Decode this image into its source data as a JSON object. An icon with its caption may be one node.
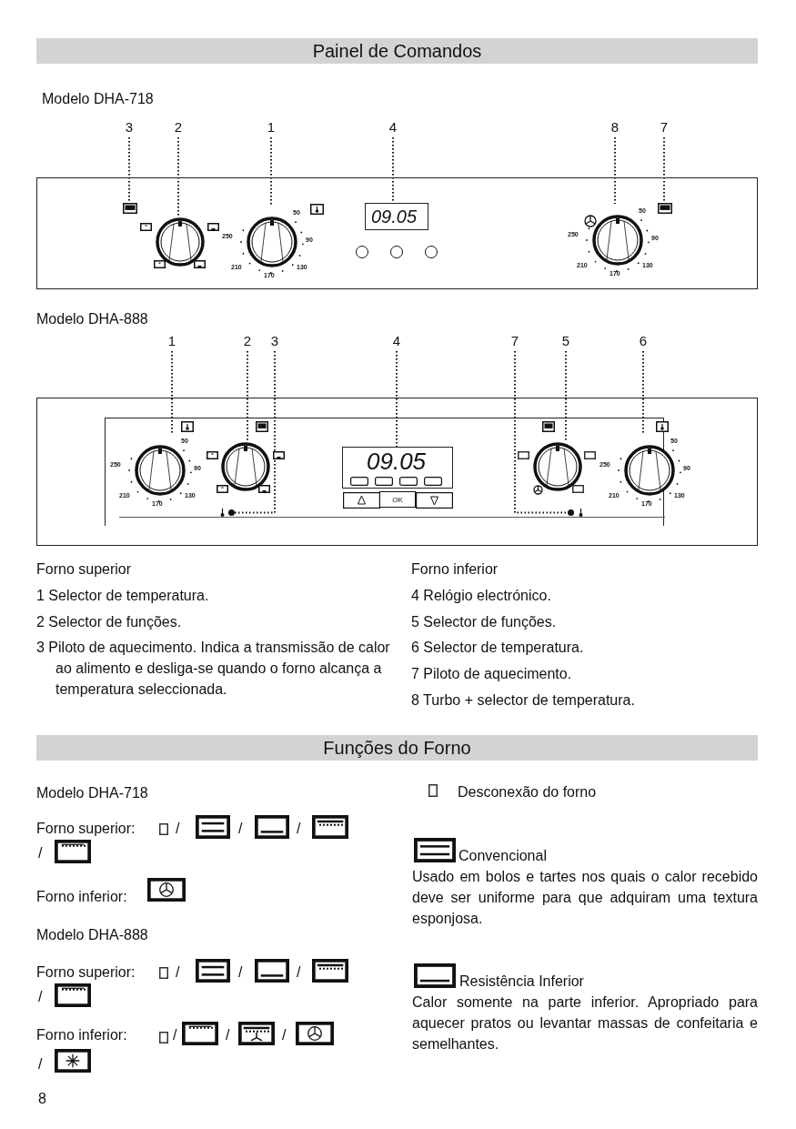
{
  "diagram": {
    "nodes": [
      {
        "text": [
          "3"
        ]
      },
      {
        "text": [
          "2"
        ]
      },
      {
        "text": [
          "1"
        ]
      },
      {
        "text": [
          "4"
        ]
      },
      {
        "text": [
          "8"
        ]
      },
      {
        "text": [
          "7"
        ]
      },
      {
        "text": [],
        "shape": "box"
      },
      {
        "text": [],
        "shape": "box",
        "in": 6
      },
      {
        "text": [],
        "shape": "circle",
        "in": 6
      },
      {
        "text": [
          "50",
          "90",
          "130",
          "170",
          "210",
          "250"
        ],
        "in": 6
      },
      {
        "text": [
          "09.05"
        ],
        "in": 6
      },
      {
        "text": [
          "50",
          "90",
          "130",
          "170",
          "210",
          "250"
        ],
        "in": 6
      },
      {
        "text": [],
        "shape": "box",
        "in": 6
      },
      {
        "text": [
          "1"
        ]
      },
      {
        "text": [
          "2"
        ]
      },
      {
        "text": [
          "3"
        ]
      },
      {
        "text": [
          "4"
        ]
      },
      {
        "text": [
          "7"
        ]
      },
      {
        "text": [
          "5"
        ]
      },
      {
        "text": [
          "6"
        ]
      },
      {
        "text": [],
        "shape": "box"
      },
      {
        "text": [
          "50",
          "90",
          "130",
          "170",
          "210",
          "250"
        ],
        "in": 20
      },
      {
        "text": [],
        "shape": "circle",
        "in": 20
      },
      {
        "text": [],
        "shape": "circle",
        "in": 20
      },
      {
        "text": [
          "09.05"
        ],
        "in": 20
      },
      {
        "text": [],
        "shape": "circle",
        "in": 20
      },
      {
        "text": [],
        "shape": "circle",
        "in": 20
      },
      {
        "text": [
          "50",
          "90",
          "130",
          "170",
          "210",
          "250"
        ],
        "in": 20
      }
    ],
    "edges": [
      {
        "from": 0,
        "to": 7,
        "arrow": "none"
      },
      {
        "from": 1,
        "to": 8,
        "arrow": "none"
      },
      {
        "from": 2,
        "to": 9,
        "arrow": "none"
      },
      {
        "from": 3,
        "to": 10,
        "arrow": "none"
      },
      {
        "from": 4,
        "to": 11,
        "arrow": "none"
      },
      {
        "from": 5,
        "to": 12,
        "arrow": "none"
      },
      {
        "from": 13,
        "to": 21,
        "arrow": "none"
      },
      {
        "from": 14,
        "to": 22,
        "arrow": "none"
      },
      {
        "from": 15,
        "to": 23,
        "arrow": "none"
      },
      {
        "from": 16,
        "to": 24,
        "arrow": "none"
      },
      {
        "from": 17,
        "to": 25,
        "arrow": "none"
      },
      {
        "from": 18,
        "to": 26,
        "arrow": "none"
      },
      {
        "from": 19,
        "to": 27,
        "arrow": "none"
      }
    ],
    "labels": [
      "Painel de Comandos",
      "Modelo DHA-718",
      "Modelo DHA-888",
      "OK",
      "Forno superior",
      "Forno inferior",
      "1 Selector de temperatura.",
      "4 Relógio electrónico.",
      "2 Selector de funções.",
      "5 Selector de funções.",
      "3 Piloto de aquecimento. Indica a transmissão de calor ao alimento e desliga-se quando o forno alcança a temperatura seleccionada.",
      "6 Selector de temperatura.",
      "7 Piloto de aquecimento.",
      "8 Turbo + selector de temperatura.",
      "Funções do Forno",
      "Modelo DHA-718",
      "Desconexão do forno",
      "Forno superior:",
      "/",
      "/",
      "/",
      "/",
      "Convencional",
      "Usado em bolos e tartes nos quais o calor recebido deve ser uniforme para que adquiram uma textura esponjosa.",
      "Forno inferior:",
      "Modelo DHA-888",
      "Forno superior:",
      "/",
      "/",
      "/",
      "/",
      "Resistência Inferior",
      "Calor somente na parte inferior. Apropriado para aquecer pratos ou levantar massas de confeitaria e semelhantes.",
      "Forno inferior:",
      "/",
      "/",
      "/",
      "/",
      "8"
    ]
  }
}
